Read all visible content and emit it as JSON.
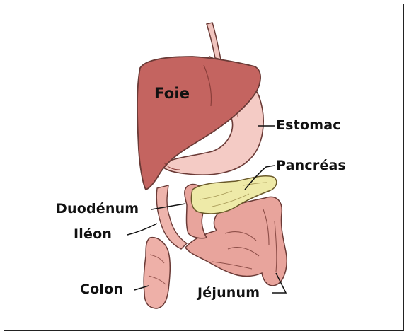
{
  "labels": {
    "foie": "Foie",
    "estomac": "Estomac",
    "pancreas": "Pancréas",
    "duodenum": "Duodénum",
    "ileon": "Iléon",
    "colon": "Colon",
    "jejunum": "Jéjunum"
  },
  "colors": {
    "liver": "#c46460",
    "stomach": "#f2c6c0",
    "pancreas": "#eeeaa8",
    "intestine": "#e8a49c",
    "outline": "#6a3a36",
    "frame": "#222222"
  }
}
